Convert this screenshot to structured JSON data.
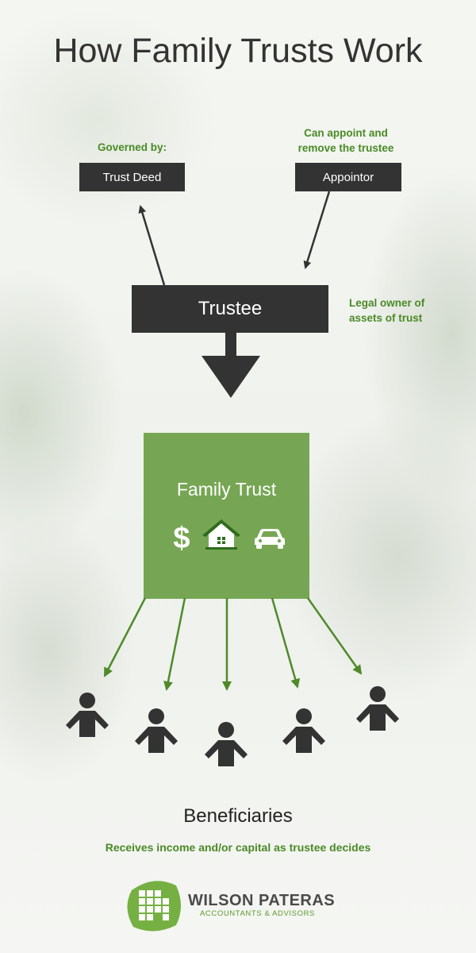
{
  "title": "How Family Trusts Work",
  "trust_deed": {
    "note": "Governed by:",
    "label": "Trust Deed"
  },
  "appointor": {
    "note_line1": "Can appoint and",
    "note_line2": "remove the trustee",
    "label": "Appointor"
  },
  "trustee": {
    "label": "Trustee",
    "note_line1": "Legal owner of",
    "note_line2": "assets of trust"
  },
  "family_trust": {
    "label": "Family Trust",
    "assets": [
      "dollar-icon",
      "house-icon",
      "car-icon"
    ]
  },
  "beneficiaries": {
    "label": "Beneficiaries",
    "note": "Receives income and/or capital as trustee decides",
    "count": 5
  },
  "logo": {
    "name": "WILSON PATERAS",
    "tagline": "ACCOUNTANTS & ADVISORS"
  },
  "colors": {
    "dark": "#333333",
    "green": "#76a653",
    "green_text": "#4a8a26"
  }
}
